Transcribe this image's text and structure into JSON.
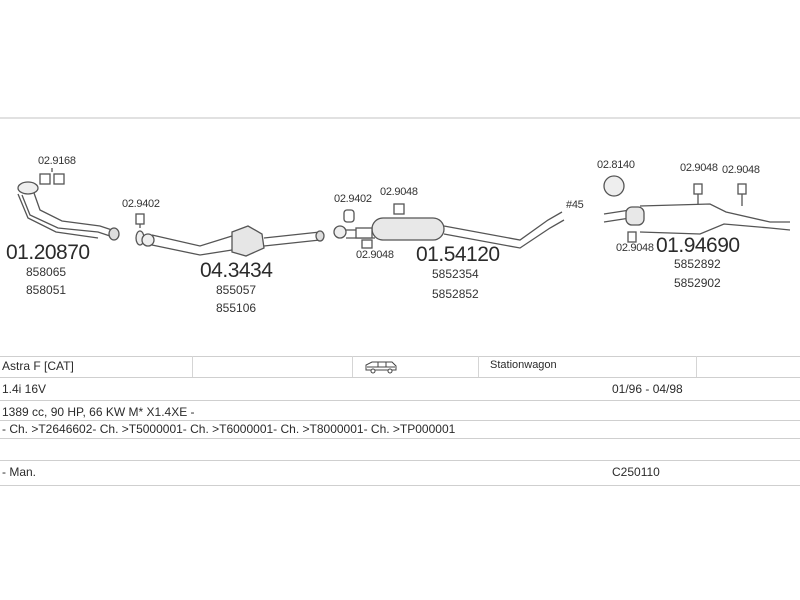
{
  "diagram": {
    "labels": {
      "p1_part": "02.9168",
      "p1_main": "01.20870",
      "p1_ref1": "858065",
      "p1_ref2": "858051",
      "p2_part": "02.9402",
      "p3_main": "04.3434",
      "p3_ref1": "855057",
      "p3_ref2": "855106",
      "p4_part_a": "02.9402",
      "p4_part_b": "02.9048",
      "p4_part_c": "02.9048",
      "p4_main": "01.54120",
      "p4_ref1": "5852354",
      "p4_ref2": "5852852",
      "pipe_mark": "#45",
      "p5_part_a": "02.8140",
      "p5_part_b": "02.9048",
      "p5_part_c": "02.9048",
      "p5_part_d": "02.9048",
      "p5_main": "01.94690",
      "p5_ref1": "5852892",
      "p5_ref2": "5852902"
    }
  },
  "vehicle": {
    "model": "Astra F  [CAT]",
    "body_icon": "car-side-icon",
    "body_type": "Stationwagon",
    "engine": "1.4i 16V",
    "years": "01/96 - 04/98",
    "specs": "1389 cc, 90 HP, 66 KW  M* X1.4XE -",
    "chassis": "- Ch. >T2646602- Ch. >T5000001- Ch. >T6000001- Ch. >T8000001- Ch. >TP000001",
    "transmission": "- Man.",
    "code": "C250110"
  }
}
